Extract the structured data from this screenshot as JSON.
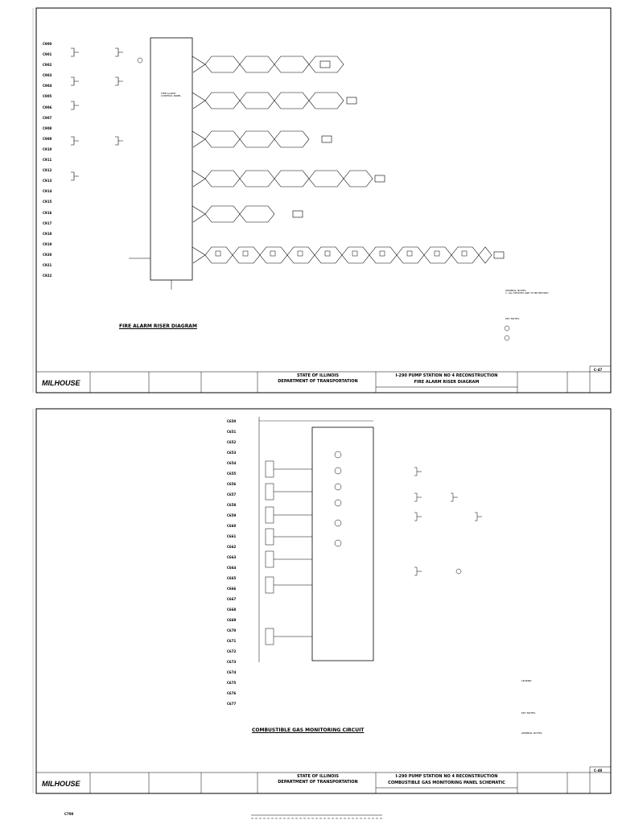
{
  "sheet1": {
    "diagram_title": "FIRE ALARM RISER DIAGRAM",
    "row_labels": [
      "C900",
      "C901",
      "C902",
      "C903",
      "C904",
      "C905",
      "C906",
      "C907",
      "C908",
      "C909",
      "C910",
      "C911",
      "C912",
      "C913",
      "C914",
      "C915",
      "C916",
      "C917",
      "C918",
      "C919",
      "C920",
      "C921",
      "C922"
    ],
    "sheet_num": "C-47",
    "logo": "MILHOUSE",
    "state": "STATE OF ILLINOIS",
    "dept": "DEPARTMENT OF TRANSPORTATION",
    "project": "I-290 PUMP STATION NO 4 RECONSTRUCTION",
    "sheet_title": "FIRE ALARM RISER DIAGRAM"
  },
  "sheet2": {
    "diagram_title": "COMBUSTIBLE GAS MONITORING CIRCUIT",
    "row_labels": [
      "C650",
      "C651",
      "C652",
      "C653",
      "C654",
      "C655",
      "C656",
      "C657",
      "C658",
      "C659",
      "C660",
      "C661",
      "C662",
      "C663",
      "C664",
      "C665",
      "C666",
      "C667",
      "C668",
      "C669",
      "C670",
      "C671",
      "C672",
      "C673",
      "C674",
      "C675",
      "C676",
      "C677"
    ],
    "sheet_num": "C-48",
    "logo": "MILHOUSE",
    "state": "STATE OF ILLINOIS",
    "dept": "DEPARTMENT OF TRANSPORTATION",
    "project": "I-290 PUMP STATION NO 4 RECONSTRUCTION",
    "sheet_title": "COMBUSTIBLE GAS MONITORING PANEL SCHEMATIC"
  },
  "sheet3": {
    "row_labels": [
      "C700"
    ]
  }
}
